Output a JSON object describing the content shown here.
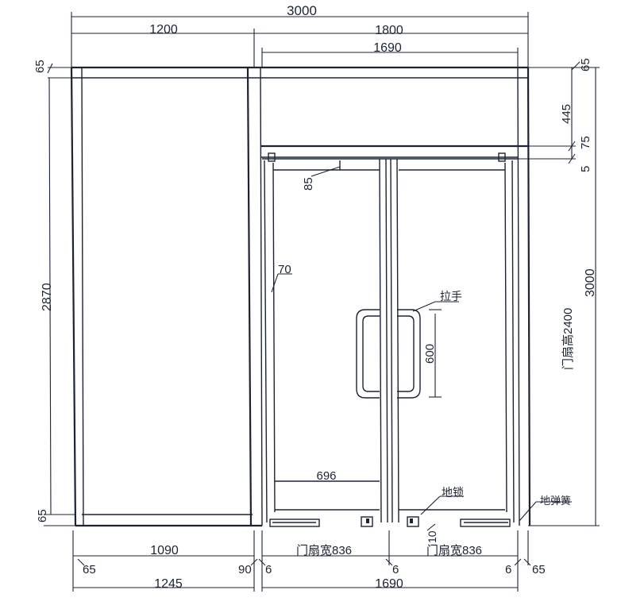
{
  "dimensions": {
    "top_total": "3000",
    "top_left": "1200",
    "top_right": "1800",
    "top_inner": "1690",
    "left_top_frame": "65",
    "right_top_frame": "65",
    "transom_height": "445",
    "transom_bar": "75",
    "small_gap": "5",
    "right_total_height": "3000",
    "door_height": "门扇高2400",
    "left_height": "2870",
    "left_bottom_frame": "65",
    "top_rail": "85",
    "stile": "70",
    "handle_length": "600",
    "bottom_rail": "696",
    "floor_lock_gap": "10",
    "bottom_left_panel": "1090",
    "door_width_left": "门扇宽836",
    "door_width_right": "门扇宽836",
    "bottom_left_frame": "65",
    "bottom_mullion": "90",
    "gap_left": "6",
    "gap_mid": "6",
    "gap_right": "6",
    "bottom_right_frame": "65",
    "bottom_left_total": "1245",
    "bottom_right_total": "1690"
  },
  "annotations": {
    "handle": "拉手",
    "floor_lock": "地锁",
    "floor_spring": "地弹簧"
  }
}
